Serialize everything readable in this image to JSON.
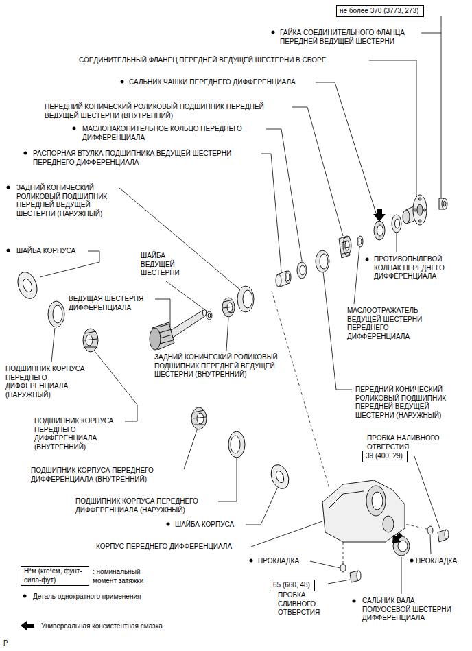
{
  "diagram": {
    "nodes": [
      {
        "text": [
          "не более 370 (3773, 273)"
        ]
      },
      {
        "text": [
          "39 (400, 29)"
        ]
      },
      {
        "text": [
          "65 (660, 48)"
        ]
      },
      {
        "text": [
          "Н*м (кгс*см, фунт-сила-фут)"
        ]
      }
    ],
    "labels": [
      "ГАЙКА СОЕДИНИТЕЛЬНОГО ФЛАНЦА ПЕРЕДНЕЙ ВЕДУЩЕЙ ШЕСТЕРНИ",
      "СОЕДИНИТЕЛЬНЫЙ ФЛАНЕЦ ПЕРЕДНЕЙ ВЕДУЩЕЙ ШЕСТЕРНИ В СБОРЕ",
      "САЛЬНИК ЧАШКИ ПЕРЕДНЕГО ДИФФЕРЕНЦИАЛА",
      "ПЕРЕДНИЙ КОНИЧЕСКИЙ РОЛИКОВЫЙ ПОДШИПНИК ПЕРЕДНЕЙ ВЕДУЩЕЙ ШЕСТЕРНИ (ВНУТРЕННИЙ)",
      "МАСЛОНАКОПИТЕЛЬНОЕ КОЛЬЦО ПЕРЕДНЕГО ДИФФЕРЕНЦИАЛА",
      "РАСПОРНАЯ ВТУЛКА ПОДШИПНИКА ВЕДУЩЕЙ ШЕСТЕРНИ ПЕРЕДНЕГО ДИФФЕРЕНЦИАЛА",
      "ЗАДНИЙ КОНИЧЕСКИЙ РОЛИКОВЫЙ ПОДШИПНИК ПЕРЕДНЕЙ ВЕДУЩЕЙ ШЕСТЕРНИ (НАРУЖНЫЙ)",
      "ШАЙБА КОРПУСА",
      "ШАЙБА ВЕДУЩЕЙ ШЕСТЕРНИ",
      "ВЕДУЩАЯ ШЕСТЕРНЯ ДИФФЕРЕНЦИАЛА",
      "ПРОТИВОПЫЛЕВОЙ КОЛПАК ПЕРЕДНЕГО ДИФФЕРЕНЦИАЛА",
      "МАСЛООТРАЖАТЕЛЬ ВЕДУЩЕЙ ШЕСТЕРНИ ПЕРЕДНЕГО ДИФФЕРЕНЦИАЛА",
      "ЗАДНИЙ КОНИЧЕСКИЙ РОЛИКОВЫЙ ПОДШИПНИК ПЕРЕДНЕЙ ВЕДУЩЕЙ ШЕСТЕРНИ (ВНУТРЕННИЙ)",
      "ПОДШИПНИК КОРПУСА ПЕРЕДНЕГО ДИФФЕРЕНЦИАЛА (НАРУЖНЫЙ)",
      "ПЕРЕДНИЙ КОНИЧЕСКИЙ РОЛИКОВЫЙ ПОДШИПНИК ПЕРЕДНЕЙ ВЕДУЩЕЙ ШЕСТЕРНИ (НАРУЖНЫЙ)",
      "ПОДШИПНИК КОРПУСА ПЕРЕДНЕГО ДИФФЕРЕНЦИАЛА (ВНУТРЕННИЙ)",
      "ПРОБКА НАЛИВНОГО ОТВЕРСТИЯ",
      "ПОДШИПНИК КОРПУСА ПЕРЕДНЕГО ДИФФЕРЕНЦИАЛА (ВНУТРЕННИЙ)",
      "ПОДШИПНИК КОРПУСА ПЕРЕДНЕГО ДИФФЕРЕНЦИАЛА (НАРУЖНЫЙ)",
      "ШАЙБА КОРПУСА",
      "КОРПУС ПЕРЕДНЕГО ДИФФЕРЕНЦИАЛА",
      "ПРОКЛАДКА",
      "ПРОКЛАДКА",
      "ПРОБКА СЛИВНОГО ОТВЕРСТИЯ",
      "САЛЬНИК ВАЛА ПОЛУОСЕВОЙ ШЕСТЕРНИ ДИФФЕРЕНЦИАЛА",
      "P"
    ],
    "legend": [
      {
        "text": ": номинальный момент затяжки"
      },
      {
        "text": "Деталь однократного применения"
      },
      {
        "text": "Универсальная консистентная смазка"
      }
    ]
  }
}
